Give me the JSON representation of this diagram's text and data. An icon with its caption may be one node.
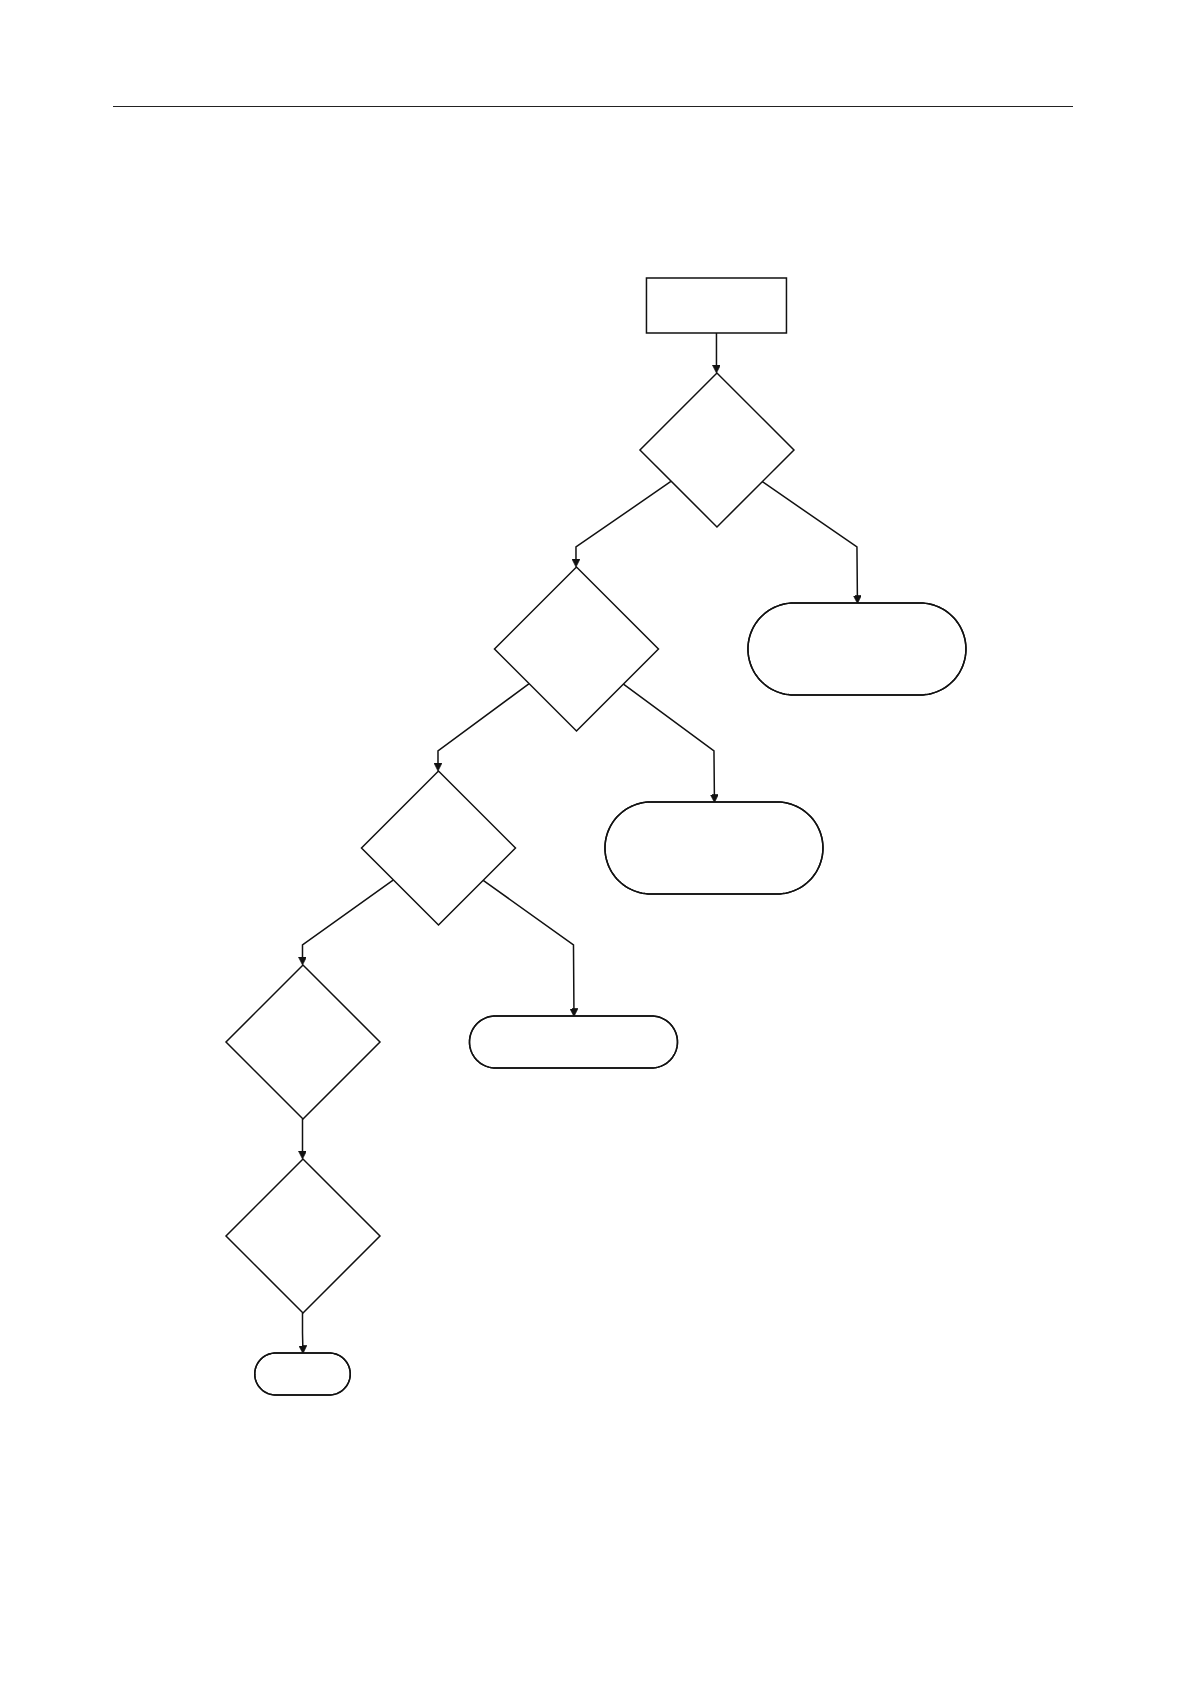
{
  "diagram": {
    "nodes": [
      {
        "text": [],
        "shape": "box"
      },
      {
        "text": [],
        "shape": "diamond"
      },
      {
        "text": [],
        "shape": "stadium"
      },
      {
        "text": [],
        "shape": "diamond"
      },
      {
        "text": [],
        "shape": "stadium"
      },
      {
        "text": [],
        "shape": "diamond"
      },
      {
        "text": [],
        "shape": "stadium"
      },
      {
        "text": [],
        "shape": "diamond"
      },
      {
        "text": [],
        "shape": "diamond"
      },
      {
        "text": [],
        "shape": "stadium"
      }
    ],
    "edges": [
      {
        "from": 0,
        "to": 1,
        "arrow": "to"
      },
      {
        "from": 1,
        "to": 2,
        "arrow": "to"
      },
      {
        "from": 1,
        "to": 3,
        "arrow": "to"
      },
      {
        "from": 3,
        "to": 4,
        "arrow": "to"
      },
      {
        "from": 3,
        "to": 5,
        "arrow": "to"
      },
      {
        "from": 5,
        "to": 6,
        "arrow": "to"
      },
      {
        "from": 5,
        "to": 7,
        "arrow": "to"
      },
      {
        "from": 7,
        "to": 8,
        "arrow": "to"
      },
      {
        "from": 8,
        "to": 9,
        "arrow": "to"
      }
    ]
  }
}
